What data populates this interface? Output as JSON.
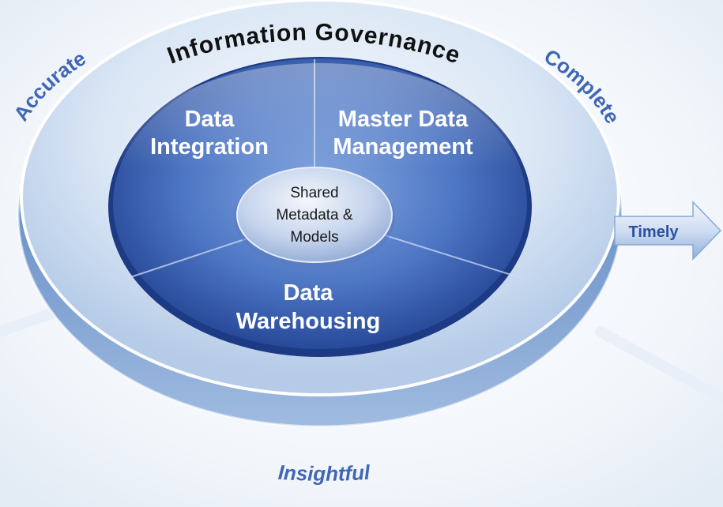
{
  "diagram": {
    "ring_title": "Information Governance",
    "qualities": {
      "accurate": "Accurate",
      "complete": "Complete",
      "timely": "Timely",
      "insightful": "Insightful"
    },
    "segments": {
      "data_integration": [
        "Data",
        "Integration"
      ],
      "master_data_management": [
        "Master Data",
        "Management"
      ],
      "data_warehousing": [
        "Data",
        "Warehousing"
      ]
    },
    "center": [
      "Shared",
      "Metadata &",
      "Models"
    ]
  },
  "colors": {
    "ring_light": "#e4eef9",
    "ring_mid": "#b7cfec",
    "disc_dark": "#2a4fa0",
    "disc_light": "#6f9ad8",
    "quality_text": "#3f67b6",
    "label_text": "#ffffff",
    "center_text": "#1a1a1a"
  }
}
